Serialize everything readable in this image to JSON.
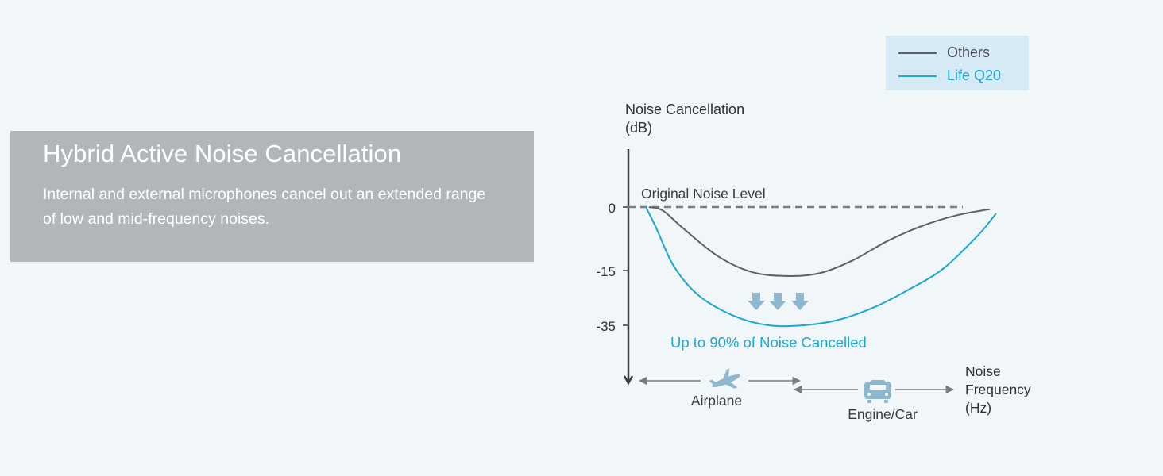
{
  "panel": {
    "title": "Hybrid Active Noise Cancellation",
    "description": "Internal and external microphones cancel out an extended range of low and mid-frequency noises."
  },
  "legend": {
    "items": [
      {
        "label": "Others",
        "color": "#5d6064"
      },
      {
        "label": "Life Q20",
        "color": "#1ea6d2"
      }
    ]
  },
  "chart_data": {
    "type": "line",
    "ylabel_line1": "Noise Cancellation",
    "ylabel_line2": "(dB)",
    "xlabel_line1": "Noise",
    "xlabel_line2": "Frequency",
    "xlabel_line3": "(Hz)",
    "yticks": [
      0,
      -15,
      -35
    ],
    "grid": false,
    "legend_position": "top-right",
    "reference_line": {
      "label": "Original Noise Level",
      "y": 0
    },
    "annotation": {
      "text": "Up to 90% of Noise Cancelled",
      "color": "#1ea6d2"
    },
    "frequency_ranges": [
      {
        "label": "Airplane",
        "icon": "airplane-icon"
      },
      {
        "label": "Engine/Car",
        "icon": "car-icon"
      }
    ],
    "series": [
      {
        "name": "Others",
        "color": "#5d6064",
        "x": [
          0,
          0.04,
          0.1,
          0.2,
          0.3,
          0.4,
          0.5,
          0.6,
          0.7,
          0.8,
          0.9,
          1.0
        ],
        "y": [
          0,
          -0.8,
          -5,
          -11.5,
          -15.5,
          -17,
          -16,
          -12.5,
          -8,
          -4.5,
          -2,
          -0.5
        ]
      },
      {
        "name": "Life Q20",
        "color": "#1ea6d2",
        "x": [
          0,
          0.03,
          0.08,
          0.15,
          0.25,
          0.35,
          0.45,
          0.55,
          0.65,
          0.75,
          0.85,
          0.95,
          1.0
        ],
        "y": [
          0,
          -5,
          -14,
          -24,
          -31.5,
          -35,
          -35,
          -33,
          -28.5,
          -22,
          -14.5,
          -6.5,
          -1.5
        ]
      }
    ]
  }
}
